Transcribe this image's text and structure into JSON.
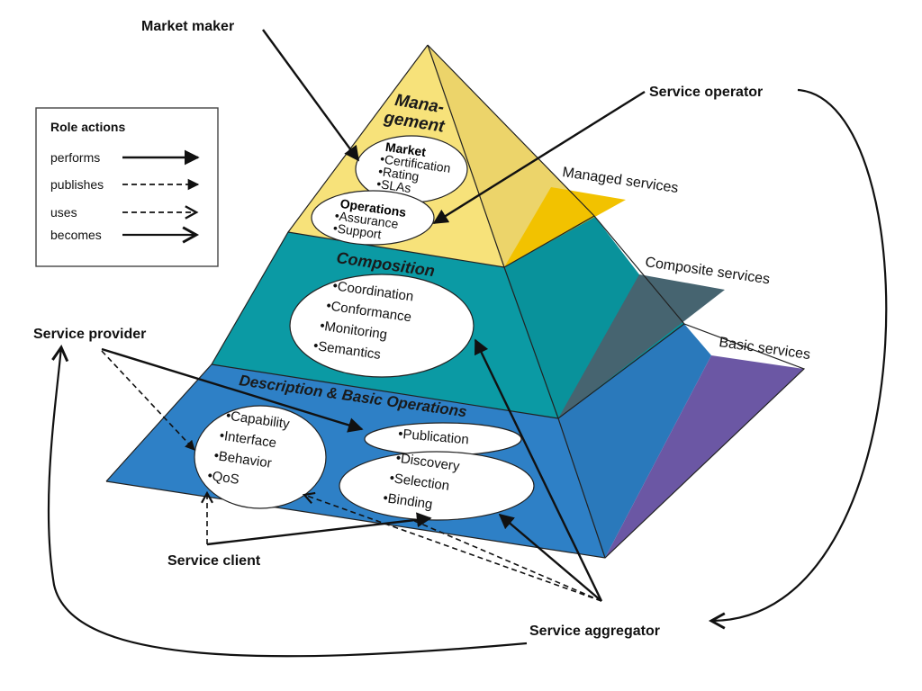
{
  "roles": {
    "market_maker": "Market maker",
    "service_operator": "Service operator",
    "service_provider": "Service provider",
    "service_client": "Service client",
    "service_aggregator": "Service aggregator"
  },
  "legend": {
    "title": "Role actions",
    "items": [
      {
        "label": "performs",
        "style": "solid"
      },
      {
        "label": "publishes",
        "style": "dashed"
      },
      {
        "label": "uses",
        "style": "dashed-open"
      },
      {
        "label": "becomes",
        "style": "solid-open"
      }
    ]
  },
  "layers": {
    "management": {
      "title_line1": "Mana-",
      "title_line2": "gement",
      "market_title": "Market",
      "market_items": [
        "•Certification",
        "•Rating",
        "•SLAs"
      ],
      "operations_title": "Operations",
      "operations_items": [
        "•Assurance",
        "•Support"
      ]
    },
    "composition": {
      "title": "Composition",
      "items": [
        "•Coordination",
        "•Conformance",
        "•Monitoring",
        "•Semantics"
      ]
    },
    "description": {
      "title": "Description & Basic Operations",
      "left_items": [
        "•Capability",
        "•Interface",
        "•Behavior",
        "•QoS"
      ],
      "publication": "•Publication",
      "right_items": [
        "•Discovery",
        "•Selection",
        "•Binding"
      ]
    }
  },
  "side_labels": {
    "managed": "Managed services",
    "composite": "Composite services",
    "basic": "Basic services"
  },
  "colors": {
    "management": "#f7e27a",
    "management_side": "#ecd46a",
    "managed_wedge": "#f2c200",
    "composition": "#0b9aa4",
    "composition_side": "#09929b",
    "composite_wedge": "#466470",
    "description": "#2e80c6",
    "description_side": "#2a79bb",
    "basic_wedge": "#6b57a4",
    "ellipse": "#ffffff",
    "line": "#111111"
  }
}
